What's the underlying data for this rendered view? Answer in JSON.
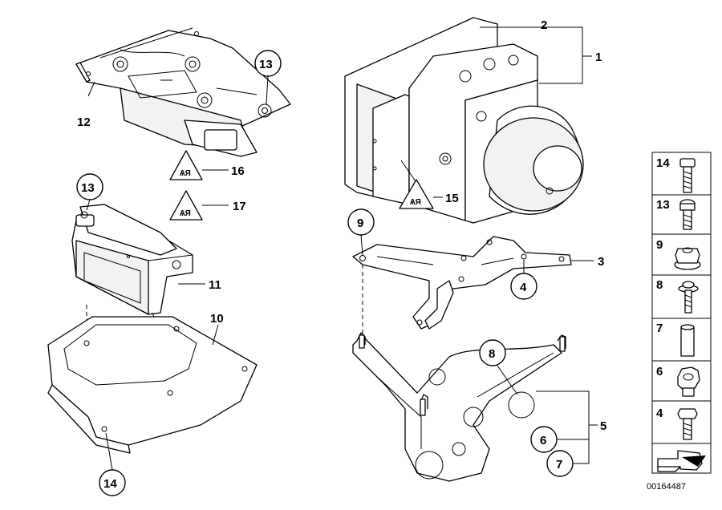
{
  "callouts": {
    "c1": "1",
    "c2": "2",
    "c3": "3",
    "c4": "4",
    "c5": "5",
    "c6": "6",
    "c7": "7",
    "c8": "8",
    "c9": "9",
    "c10": "10",
    "c11": "11",
    "c12": "12",
    "c13a": "13",
    "c13b": "13",
    "c14": "14",
    "c15": "15",
    "c16": "16",
    "c17": "17"
  },
  "sidebar": {
    "items": [
      {
        "label": "14",
        "icon": "bolt-icon"
      },
      {
        "label": "13",
        "icon": "torx-screw-icon"
      },
      {
        "label": "9",
        "icon": "flange-nut-icon"
      },
      {
        "label": "8",
        "icon": "screw-with-washer-icon"
      },
      {
        "label": "7",
        "icon": "sleeve-icon"
      },
      {
        "label": "6",
        "icon": "grommet-icon"
      },
      {
        "label": "4",
        "icon": "hex-bolt-icon"
      }
    ],
    "arrow_icon": "exploded-view-arrow-icon"
  },
  "diagram_code": "00164487"
}
